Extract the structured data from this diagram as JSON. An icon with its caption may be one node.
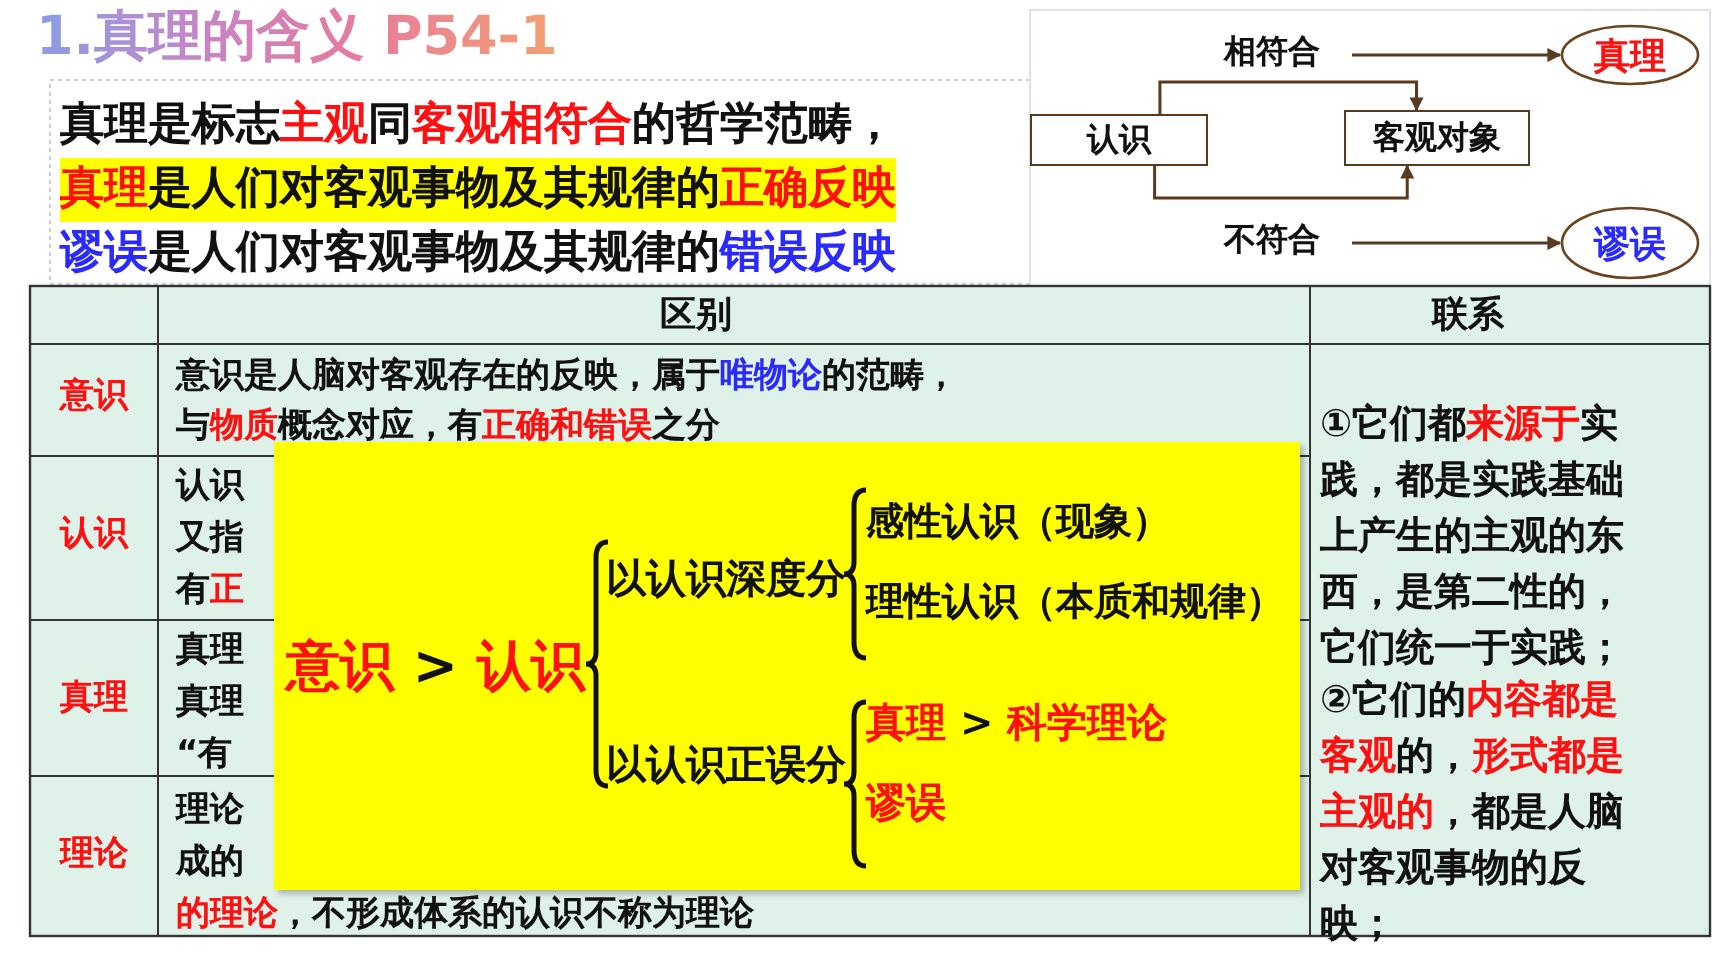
{
  "diagram": {
    "title": "1.真理的含义 P54-1",
    "nodes": [
      {
        "text": [
          "相符合"
        ]
      },
      {
        "text": [
          "真理"
        ]
      },
      {
        "text": [
          "认识"
        ]
      },
      {
        "text": [
          "客观对象"
        ]
      },
      {
        "text": [
          "不符合"
        ]
      },
      {
        "text": [
          "谬误"
        ]
      },
      {
        "text": [
          "**意识** > **认识**",
          "以认识深度分",
          "感性认识（现象）",
          "理性认识（本质和规律）",
          "以认识正误分",
          "**真理** > **科学理论**",
          "谬误"
        ]
      }
    ],
    "edges": [
      {
        "from": 2,
        "to": 3,
        "arrow": "to"
      },
      {
        "from": 2,
        "to": 3,
        "arrow": "to"
      },
      {
        "from": 0,
        "to": 1,
        "arrow": "to"
      },
      {
        "from": 4,
        "to": 5,
        "arrow": "to"
      }
    ],
    "labels": [
      "真理是标志**主观**同**客观相符合**的哲学范畴，",
      "**真理**是人们对客观事物及其规律的**正确反映**",
      "谬误",
      "是人们对客观事物及其规律的",
      "错误反映",
      "区别",
      "联系",
      "意识",
      "意识是人脑对客观存在的反映，属于",
      "唯物论",
      "的范畴，",
      "与**物质**概念对应，有**正确和错误**之分",
      "①它们都**来源于**实践，都是实践基础上产生的主观的东西，是第二性的，它们统一于实践；",
      "②它们的**内容都是客观**的，**形式都是主观的**，都是人脑对客观事物的反映；",
      "认识",
      "认识",
      "又指",
      "有**正**",
      "真理",
      "真理",
      "真理",
      "“有",
      "理论",
      "理论",
      "成的",
      "**的理论**，不形成体系的认识不称为理论"
    ]
  }
}
